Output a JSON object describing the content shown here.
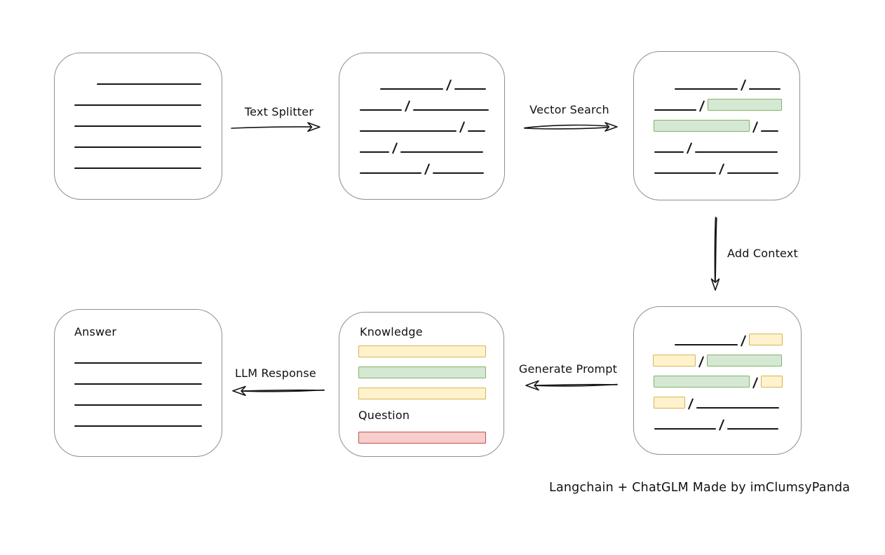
{
  "caption": "Langchain + ChatGLM Made by imClumsyPanda",
  "colors": {
    "green_fill": "#d5e8d4",
    "green_stroke": "#82b366",
    "yellow_fill": "#fff2cc",
    "yellow_stroke": "#d6b656",
    "red_fill": "#f8cecc",
    "red_stroke": "#b85450",
    "box_border": "#8f8f8f",
    "ink": "#161616"
  },
  "arrows": {
    "text_splitter": {
      "label": "Text Splitter"
    },
    "vector_search": {
      "label": "Vector Search"
    },
    "add_context": {
      "label": "Add Context"
    },
    "generate_prompt": {
      "label": "Generate Prompt"
    },
    "llm_response": {
      "label": "LLM Response"
    }
  },
  "boxes": {
    "document": {
      "rows": [
        {
          "indent": 60,
          "segments": [
            [
              "line",
              149
            ]
          ]
        },
        {
          "indent": 28,
          "segments": [
            [
              "line",
              181
            ]
          ]
        },
        {
          "indent": 28,
          "segments": [
            [
              "line",
              181
            ]
          ]
        },
        {
          "indent": 28,
          "segments": [
            [
              "line",
              181
            ]
          ]
        },
        {
          "indent": 28,
          "segments": [
            [
              "line",
              181
            ]
          ]
        }
      ]
    },
    "chunks": {
      "rows": [
        {
          "indent": 58,
          "segments": [
            [
              "line",
              90
            ],
            [
              "slash"
            ],
            [
              "line",
              45
            ]
          ]
        },
        {
          "indent": 29,
          "segments": [
            [
              "line",
              60
            ],
            [
              "slash"
            ],
            [
              "line",
              108
            ]
          ]
        },
        {
          "indent": 29,
          "segments": [
            [
              "line",
              138
            ],
            [
              "slash"
            ],
            [
              "line",
              25
            ]
          ]
        },
        {
          "indent": 29,
          "segments": [
            [
              "line",
              42
            ],
            [
              "slash"
            ],
            [
              "line",
              118
            ]
          ]
        },
        {
          "indent": 29,
          "segments": [
            [
              "line",
              88
            ],
            [
              "slash"
            ],
            [
              "line",
              73
            ]
          ]
        }
      ]
    },
    "matched": {
      "rows": [
        {
          "indent": 58,
          "segments": [
            [
              "line",
              90
            ],
            [
              "slash"
            ],
            [
              "line",
              45
            ]
          ]
        },
        {
          "indent": 29,
          "segments": [
            [
              "line",
              60
            ],
            [
              "slash"
            ],
            [
              "green",
              106
            ]
          ]
        },
        {
          "indent": 28,
          "segments": [
            [
              "green",
              137
            ],
            [
              "slash"
            ],
            [
              "line",
              25
            ]
          ]
        },
        {
          "indent": 29,
          "segments": [
            [
              "line",
              42
            ],
            [
              "slash"
            ],
            [
              "line",
              118
            ]
          ]
        },
        {
          "indent": 29,
          "segments": [
            [
              "line",
              88
            ],
            [
              "slash"
            ],
            [
              "line",
              73
            ]
          ]
        }
      ]
    },
    "context": {
      "rows": [
        {
          "indent": 58,
          "segments": [
            [
              "line",
              90
            ],
            [
              "slash"
            ],
            [
              "yellow",
              48
            ]
          ]
        },
        {
          "indent": 27,
          "segments": [
            [
              "yellow",
              61
            ],
            [
              "slash"
            ],
            [
              "green",
              107
            ]
          ]
        },
        {
          "indent": 28,
          "segments": [
            [
              "green",
              137
            ],
            [
              "slash"
            ],
            [
              "yellow",
              31
            ]
          ]
        },
        {
          "indent": 28,
          "segments": [
            [
              "yellow",
              45
            ],
            [
              "slash"
            ],
            [
              "line",
              118
            ]
          ]
        },
        {
          "indent": 29,
          "segments": [
            [
              "line",
              88
            ],
            [
              "slash"
            ],
            [
              "line",
              73
            ]
          ]
        }
      ]
    },
    "prompt": {
      "knowledge_label": "Knowledge",
      "question_label": "Question",
      "knowledge_rows": [
        {
          "indent": 27,
          "segments": [
            [
              "yellow",
              182
            ]
          ]
        },
        {
          "indent": 27,
          "segments": [
            [
              "green",
              182
            ]
          ]
        },
        {
          "indent": 27,
          "segments": [
            [
              "yellow",
              182
            ]
          ]
        }
      ],
      "question_rows": [
        {
          "indent": 27,
          "segments": [
            [
              "red",
              182
            ]
          ]
        }
      ]
    },
    "answer": {
      "title": "Answer",
      "rows": [
        {
          "indent": 28,
          "segments": [
            [
              "line",
              182
            ]
          ]
        },
        {
          "indent": 28,
          "segments": [
            [
              "line",
              182
            ]
          ]
        },
        {
          "indent": 28,
          "segments": [
            [
              "line",
              182
            ]
          ]
        },
        {
          "indent": 28,
          "segments": [
            [
              "line",
              182
            ]
          ]
        }
      ]
    }
  }
}
